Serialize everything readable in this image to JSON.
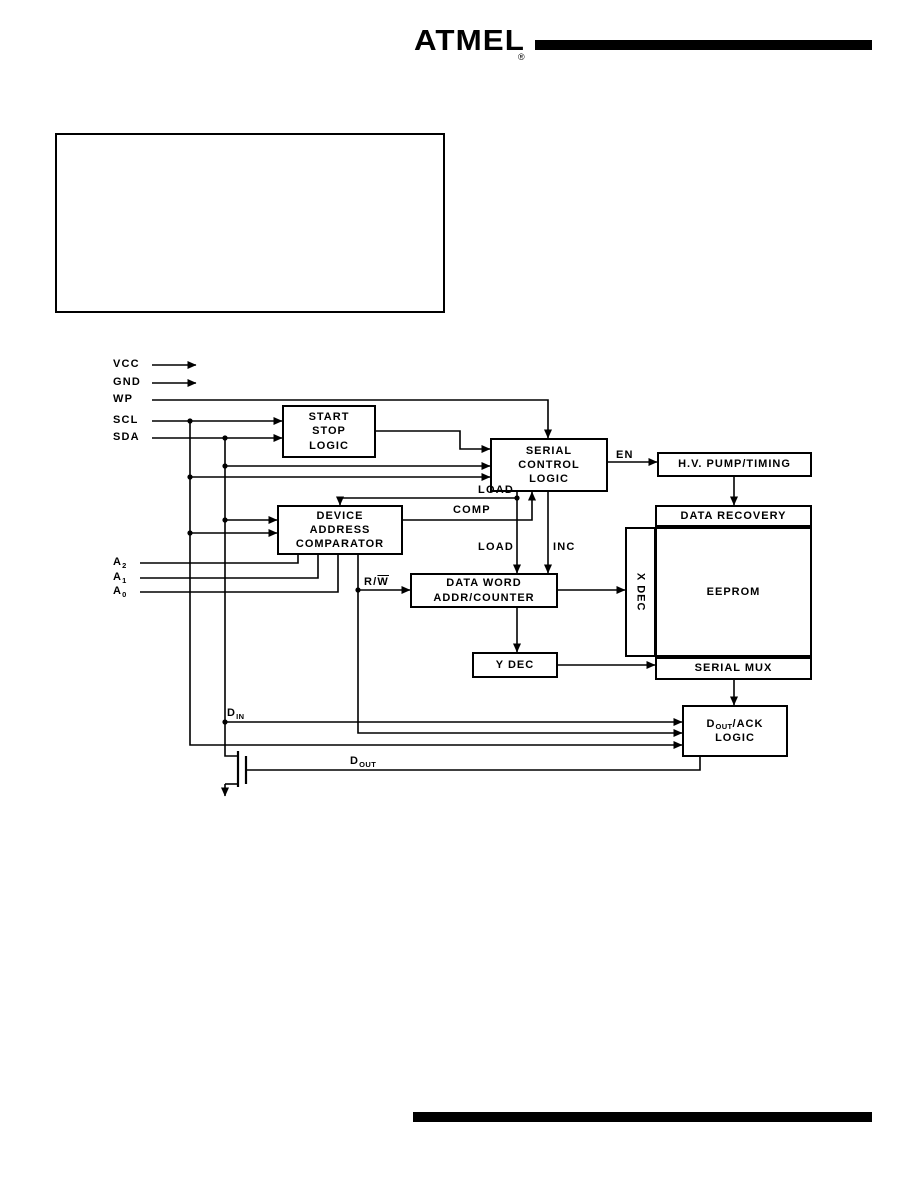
{
  "logo": {
    "text": "ATMEL",
    "registered": "®"
  },
  "diagram": {
    "colors": {
      "ink": "#000000",
      "background": "#ffffff"
    },
    "pins": {
      "vcc": "VCC",
      "gnd": "GND",
      "wp": "WP",
      "scl": "SCL",
      "sda": "SDA",
      "a2_base": "A",
      "a2_sub": "2",
      "a1_base": "A",
      "a1_sub": "1",
      "a0_base": "A",
      "a0_sub": "0"
    },
    "blocks": {
      "start_stop": "START\nSTOP\nLOGIC",
      "serial_control": "SERIAL\nCONTROL\nLOGIC",
      "hv_pump": "H.V. PUMP/TIMING",
      "data_recovery": "DATA RECOVERY",
      "x_dec": "X DEC",
      "eeprom": "EEPROM",
      "serial_mux": "SERIAL MUX",
      "device_comparator": "DEVICE\nADDRESS\nCOMPARATOR",
      "data_word": "DATA WORD\nADDR/COUNTER",
      "y_dec": "Y DEC",
      "dout_ack_base": "D",
      "dout_ack_sub": "OUT",
      "dout_ack_rest": "/ACK",
      "dout_ack_line2": "LOGIC"
    },
    "signals": {
      "en": "EN",
      "load_comparator": "LOAD",
      "comp": "COMP",
      "load_counter": "LOAD",
      "inc": "INC",
      "rw_pre": "R/",
      "rw_bar": "W",
      "din_base": "D",
      "din_sub": "IN",
      "dout_base": "D",
      "dout_sub": "OUT"
    }
  }
}
